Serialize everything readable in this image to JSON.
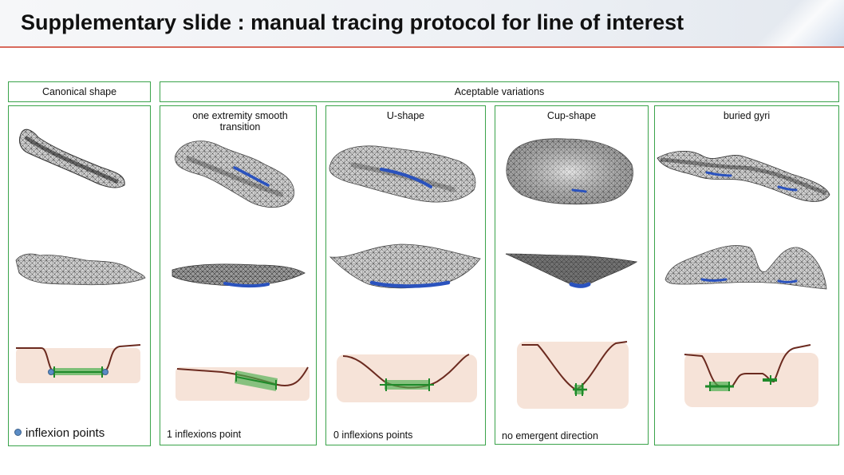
{
  "slide": {
    "title": "Supplementary slide : manual tracing protocol for line of interest"
  },
  "canonical": {
    "header": "Canonical shape",
    "legend": "inflexion points"
  },
  "variations": {
    "header": "Aceptable variations",
    "panels": [
      {
        "title": "one extremity smooth transition",
        "caption": "1 inflexions point"
      },
      {
        "title": "U-shape",
        "caption": "0 inflexions points"
      },
      {
        "title": "Cup-shape",
        "caption": "no emergent direction"
      },
      {
        "title": "buried gyri",
        "caption": ""
      }
    ]
  },
  "colors": {
    "frame": "#3aa34a",
    "line_of_interest": "#2a52be",
    "profile_curve": "#6b2a1f",
    "profile_fill": "#f6e3d8",
    "tracing_band": "#4caf50",
    "inflexion_point": "#5b8cc6"
  }
}
